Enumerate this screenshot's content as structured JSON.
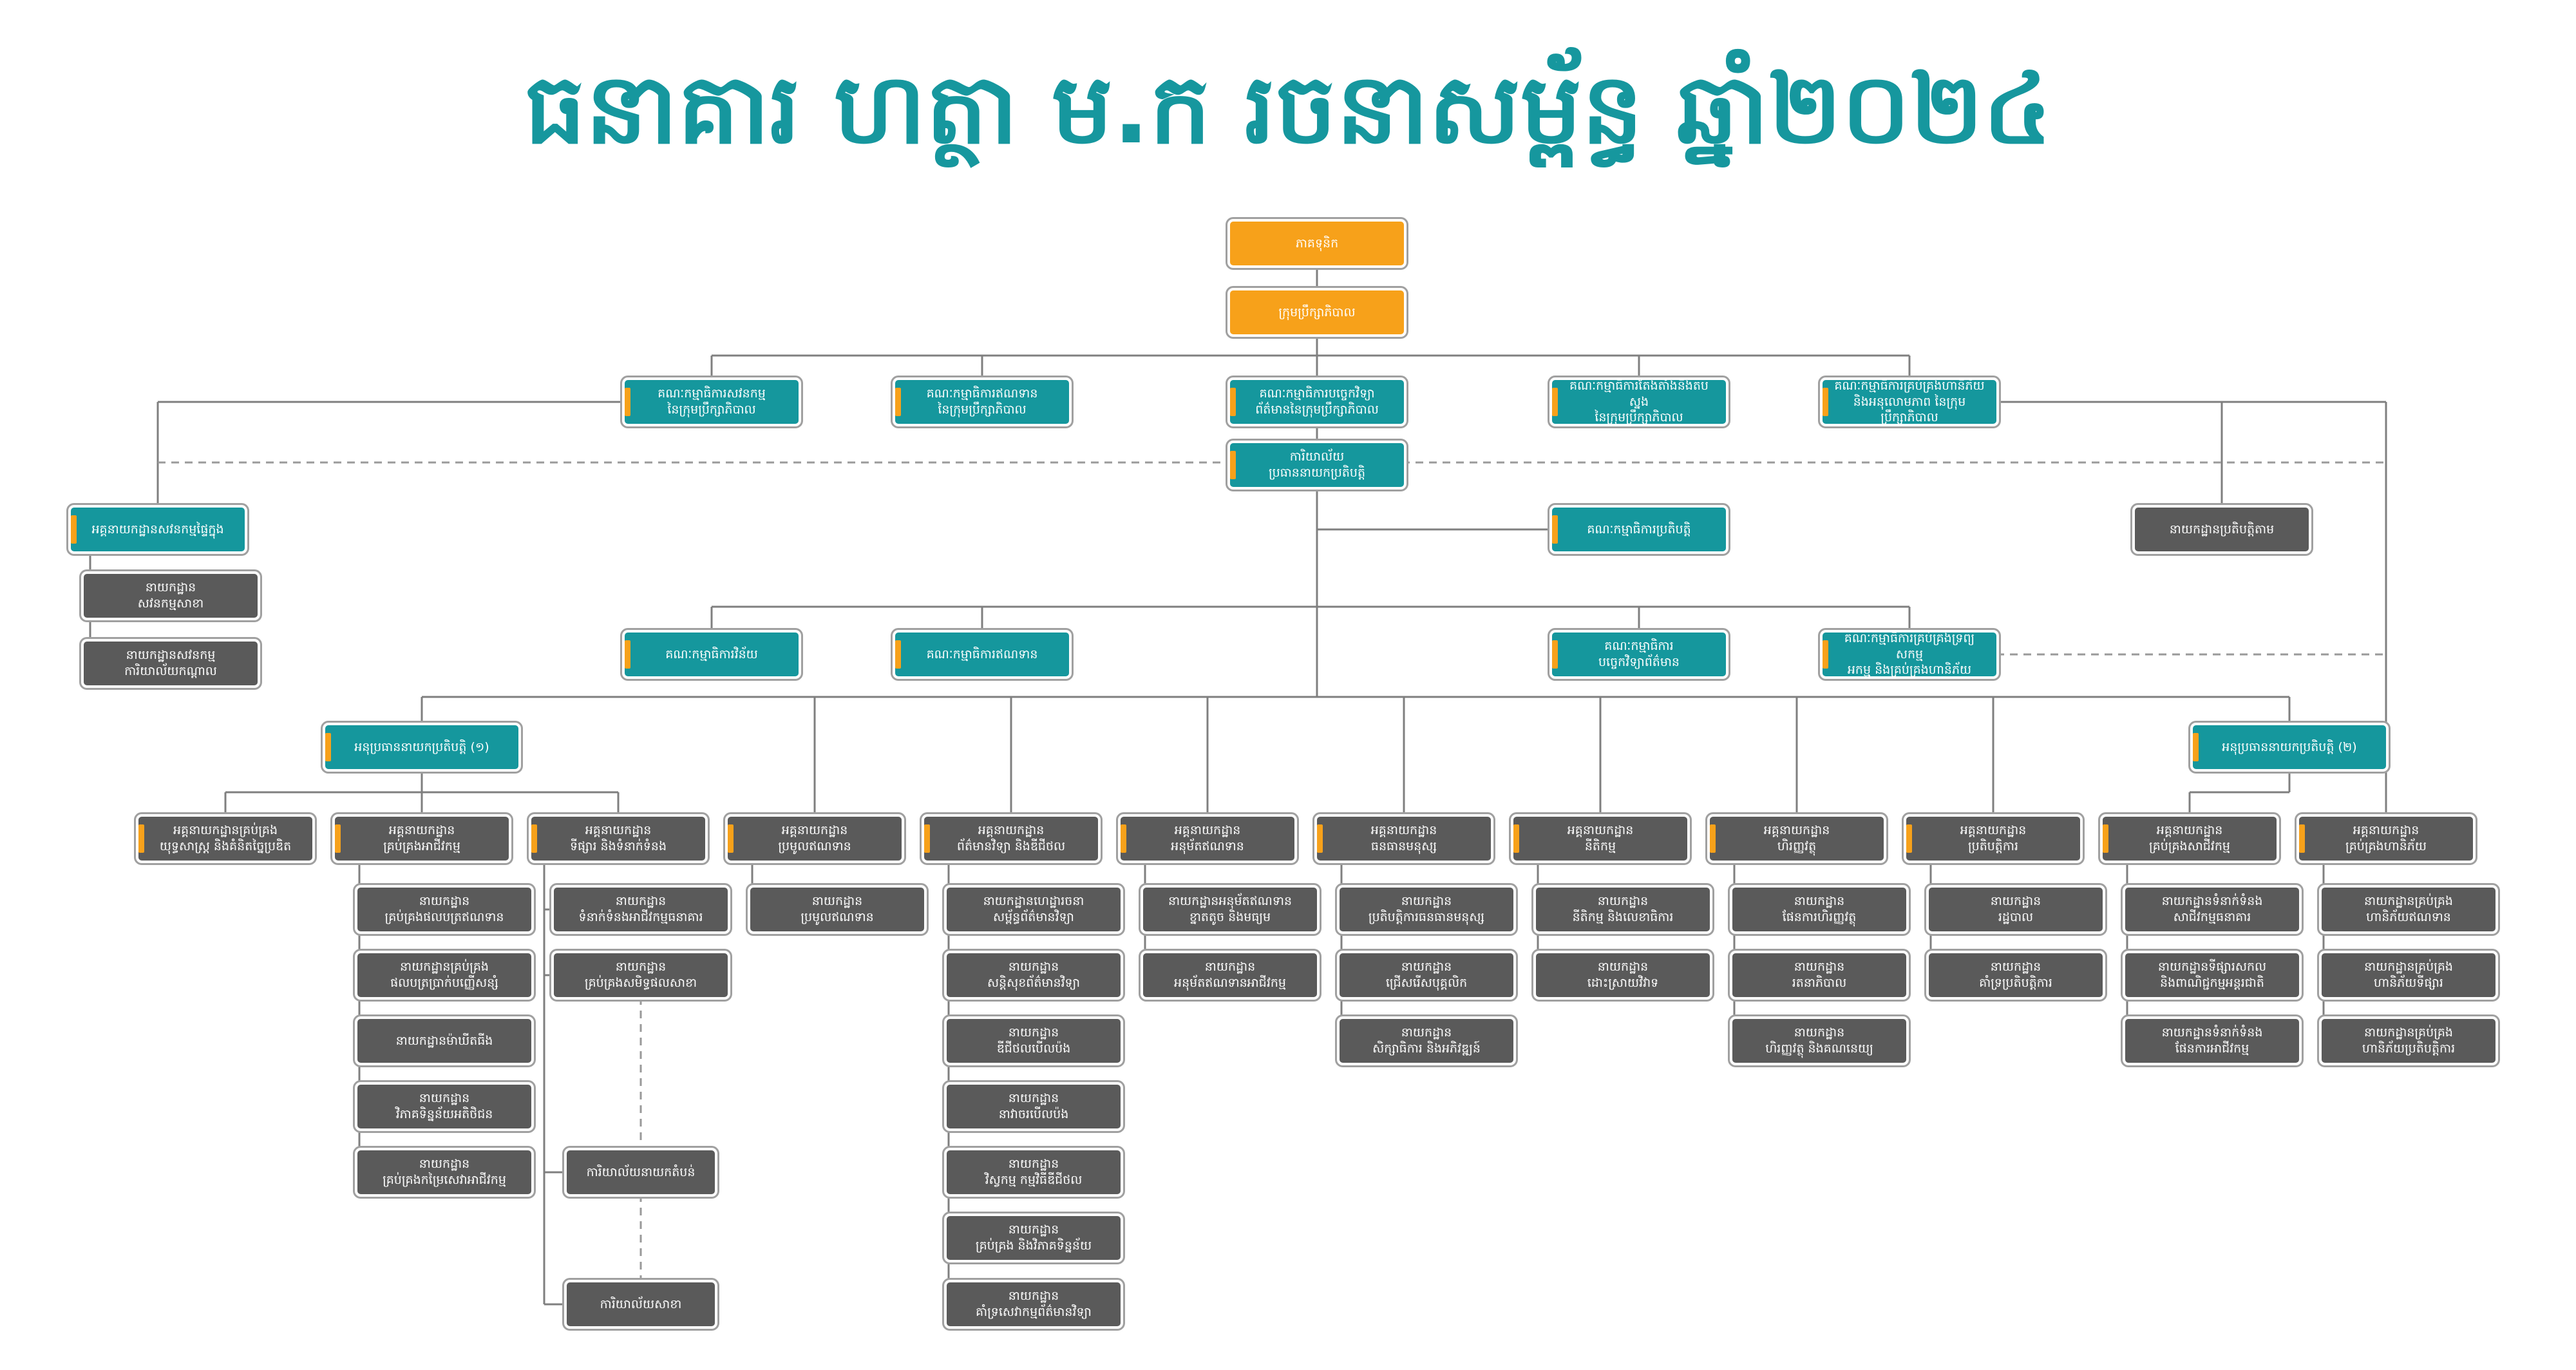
{
  "title": "ធនាគារ ហត្ថា ម.ក រចនាសម្ព័ន្ធ ឆ្នាំ២០២៤",
  "colors": {
    "title": "#16979e",
    "teal": "#15979d",
    "orange": "#f7a11a",
    "grey": "#5a5a5a",
    "line": "#7f7f7f"
  },
  "nodes": {
    "shareholders": "ភាគទុនិក",
    "board": "ក្រុមប្រឹក្សាភិបាល",
    "bc_audit": "គណៈកម្មាធិការសវនកម្ម\nនៃក្រុមប្រឹក្សាភិបាល",
    "bc_credit": "គណៈកម្មាធិការឥណទាន\nនៃក្រុមប្រឹក្សាភិបាល",
    "bc_it": "គណៈកម្មាធិការបច្ចេកវិទ្យា\nព័ត៌មាននៃក្រុមប្រឹក្សាភិបាល",
    "bc_remuneration": "គណៈកម្មាធិការតែងតាំងនិងតបស្នង\nនៃក្រុមប្រឹក្សាភិបាល",
    "bc_risk": "គណៈកម្មាធិការគ្រប់គ្រងហានិភ័យ\nនិងអនុលោមភាព នៃក្រុមប្រឹក្សាភិបាល",
    "ceo_office": "ការិយាល័យ\nប្រធាននាយកប្រតិបត្តិ",
    "internal_audit": "អគ្គនាយកដ្ឋានសវនកម្មផ្ទៃក្នុង",
    "ia_branch": "នាយកដ្ឋាន\nសវនកម្មសាខា",
    "ia_head_office": "នាយកដ្ឋានសវនកម្ម\nការិយាល័យកណ្តាល",
    "compliance": "នាយកដ្ឋានប្រតិបត្តិតាម",
    "exec_committee": "គណៈកម្មាធិការប្រតិបត្តិ",
    "mc_risk": "គណៈកម្មាធិការវិន័យ",
    "mc_credit": "គណៈកម្មាធិការឥណទាន",
    "mc_it": "គណៈកម្មាធិការ\nបច្ចេកវិទ្យាព័ត៌មាន",
    "mc_alco": "គណៈកម្មាធិការគ្រប់គ្រងទ្រព្យសកម្ម\nអកម្ម និងគ្រប់គ្រងហានិភ័យ",
    "deputy_1": "អនុប្រធាននាយកប្រតិបត្តិ (១)",
    "deputy_2": "អនុប្រធាននាយកប្រតិបត្តិ (២)",
    "gd_strategy": "អគ្គនាយកដ្ឋានគ្រប់គ្រង\nយុទ្ធសាស្ត្រ និងគំនិតច្នៃប្រឌិត",
    "gd_business": "អគ្គនាយកដ្ឋាន\nគ្រប់គ្រងអាជីវកម្ម",
    "gd_marketing": "អគ្គនាយកដ្ឋាន\nទីផ្សារ និងទំនាក់ទំនង",
    "gd_collection": "អគ្គនាយកដ្ឋាន\nប្រមូលឥណទាន",
    "gd_it": "អគ្គនាយកដ្ឋាន\nព័ត៌មានវិទ្យា និងឌីជីថល",
    "gd_credit_approval": "អគ្គនាយកដ្ឋាន\nអនុម័តឥណទាន",
    "gd_hr": "អគ្គនាយកដ្ឋាន\nធនធានមនុស្ស",
    "gd_legal": "អគ្គនាយកដ្ឋាន\nនីតិកម្ម",
    "gd_finance": "អគ្គនាយកដ្ឋាន\nហិរញ្ញវត្ថុ",
    "gd_operations": "អគ្គនាយកដ្ឋាន\nប្រតិបត្តិការ",
    "gd_deposit": "អគ្គនាយកដ្ឋាន\nគ្រប់គ្រងសាជីវកម្ម",
    "gd_risk": "អគ្គនាយកដ្ឋាន\nគ្រប់គ្រងហានិភ័យ",
    "d_bus_1": "នាយកដ្ឋាន\nគ្រប់គ្រងផលបត្រឥណទាន",
    "d_bus_2": "នាយកដ្ឋានគ្រប់គ្រង\nផលបត្រប្រាក់បញ្ញើសន្សំ",
    "d_bus_3": "នាយកដ្ឋានម៉ាឃីតធីង",
    "d_bus_4": "នាយកដ្ឋាន\nវិភាគទិន្នន័យអតិថិជន",
    "d_bus_5": "នាយកដ្ឋាន\nគ្រប់គ្រងកម្រៃសេវាអាជីវកម្ម",
    "d_mkt_1": "នាយកដ្ឋាន\nទំនាក់ទំនងអាជីវកម្មធនាគារ",
    "d_mkt_2": "នាយកដ្ឋាន\nគ្រប់គ្រងសមិទ្ធផលសាខា",
    "d_regional": "ការិយាល័យនាយកតំបន់",
    "d_branch": "ការិយាល័យសាខា",
    "d_col_1": "នាយកដ្ឋាន\nប្រមូលឥណទាន",
    "d_it_1": "នាយកដ្ឋានហេដ្ឋារចនា\nសម្ព័ន្ធព័ត៌មានវិទ្យា",
    "d_it_2": "នាយកដ្ឋាន\nសន្តិសុខព័ត៌មានវិទ្យា",
    "d_it_3": "នាយកដ្ឋាន\nឌីជីថលបេីលប៉ង",
    "d_it_4": "នាយកដ្ឋាន\nនាវាចរបើលប៉ង",
    "d_it_5": "នាយកដ្ឋាន\nវិស្វកម្ម កម្មវិធីឌីជីថល",
    "d_it_6": "នាយកដ្ឋាន\nគ្រប់គ្រង និងវិភាគទិន្នន័យ",
    "d_it_7": "នាយកដ្ឋាន\nគាំទ្រសេវាកម្មព័ត៌មានវិទ្យា",
    "d_ca_1": "នាយកដ្ឋានអនុម័តឥណទាន\nខ្នាតតូច និងមធ្យម",
    "d_ca_2": "នាយកដ្ឋាន\nអនុម័តឥណទានអាជីវកម្ម",
    "d_hr_1": "នាយកដ្ឋាន\nប្រតិបត្តិការធនធានមនុស្ស",
    "d_hr_2": "នាយកដ្ឋាន\nជ្រើសរើសបុគ្គលិក",
    "d_hr_3": "នាយកដ្ឋាន\nសិក្សាធិការ និងអភិវឌ្ឍន៍",
    "d_leg_1": "នាយកដ្ឋាន\nនីតិកម្ម និងលេខាធិការ",
    "d_leg_2": "នាយកដ្ឋាន\nដោះស្រាយវិវាទ",
    "d_fin_1": "នាយកដ្ឋាន\nផែនការហិរញ្ញវត្ថុ",
    "d_fin_2": "នាយកដ្ឋាន\nរតនាភិបាល",
    "d_fin_3": "នាយកដ្ឋាន\nហិរញ្ញវត្ថុ និងគណនេយ្យ",
    "d_ops_1": "នាយកដ្ឋាន\nរដ្ឋបាល",
    "d_ops_2": "នាយកដ្ឋាន\nគាំទ្រប្រតិបត្តិការ",
    "d_dep_1": "នាយកដ្ឋានទំនាក់ទំនង\nសាជីវកម្មធនាគារ",
    "d_dep_2": "នាយកដ្ឋានទីផ្សារសកល\nនិងពាណិជ្ជកម្មអន្តរជាតិ",
    "d_dep_3": "នាយកដ្ឋានទំនាក់ទំនង\nផែនការអាជីវកម្ម",
    "d_risk_1": "នាយកដ្ឋានគ្រប់គ្រង\nហានិភ័យឥណទាន",
    "d_risk_2": "នាយកដ្ឋានគ្រប់គ្រង\nហានិភ័យទីផ្សារ",
    "d_risk_3": "នាយកដ្ឋានគ្រប់គ្រង\nហានិភ័យប្រតិបត្តិការ"
  }
}
